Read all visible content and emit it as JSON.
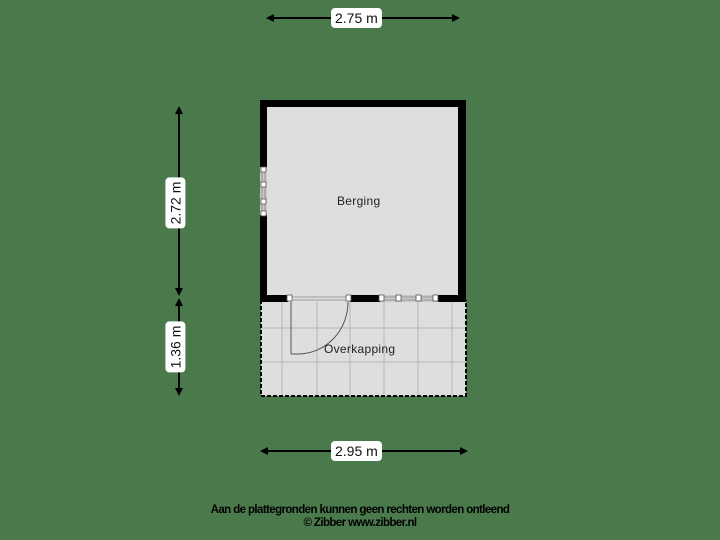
{
  "colors": {
    "background": "#4a7a4c",
    "wall": "#000000",
    "floor": "#dedede",
    "grid": "#b5b5b5",
    "label_bg": "#ffffff"
  },
  "dimensions": {
    "top_width": "2.75 m",
    "bottom_width": "2.95 m",
    "berging_height": "2.72 m",
    "overkapping_height": "1.36 m"
  },
  "rooms": {
    "berging": "Berging",
    "overkapping": "Overkapping"
  },
  "footer": {
    "disclaimer": "Aan de plattegronden kunnen geen rechten worden ontleend",
    "copyright": "© Zibber www.zibber.nl"
  }
}
